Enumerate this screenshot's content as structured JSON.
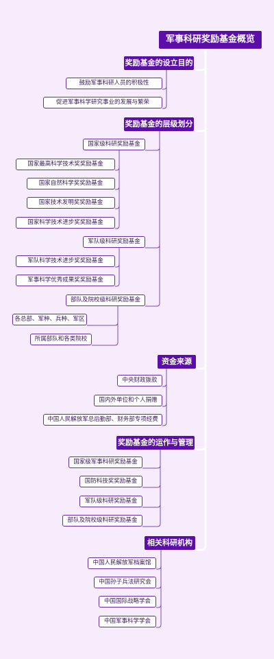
{
  "root": "军事科研奖励基金概览",
  "branches": [
    {
      "label": "奖励基金的设立目的",
      "children": [
        {
          "label": "鼓励军事科研人员的积极性"
        },
        {
          "label": "促进军事科学研究事业的发展与繁荣"
        }
      ]
    },
    {
      "label": "奖励基金的层级划分",
      "children": [
        {
          "label": "国家级科研奖励基金",
          "children": [
            {
              "label": "国家最高科学技术奖奖励基金"
            },
            {
              "label": "国家自然科学奖奖励基金"
            },
            {
              "label": "国家技术发明奖奖励基金"
            },
            {
              "label": "国家科学技术进步奖奖励基金"
            }
          ]
        },
        {
          "label": "军队级科研奖励基金",
          "children": [
            {
              "label": "军队科学技术进步奖奖励基金"
            },
            {
              "label": "军事科学优秀成果奖奖励基金"
            }
          ]
        },
        {
          "label": "部队及院校级科研奖励基金",
          "children": [
            {
              "label": "各总部、军种、兵种、军区"
            },
            {
              "label": "所属部队和各类院校"
            }
          ]
        }
      ]
    },
    {
      "label": "资金来源",
      "children": [
        {
          "label": "中央财政拨款"
        },
        {
          "label": "国内外单位和个人捐赠"
        },
        {
          "label": "中国人民解放军总后勤部、财务部专项经费"
        }
      ]
    },
    {
      "label": "奖励基金的运作与管理",
      "children": [
        {
          "label": "国家级军事科研奖励基金"
        },
        {
          "label": "国防科技奖奖励基金"
        },
        {
          "label": "军队级科研奖励基金"
        },
        {
          "label": "部队及院校级科研奖励基金"
        }
      ]
    },
    {
      "label": "相关科研机构",
      "children": [
        {
          "label": "中国人民解放军档案馆"
        },
        {
          "label": "中国孙子兵法研究会"
        },
        {
          "label": "中国国际战略学会"
        },
        {
          "label": "中国军事科学学会"
        }
      ]
    }
  ]
}
